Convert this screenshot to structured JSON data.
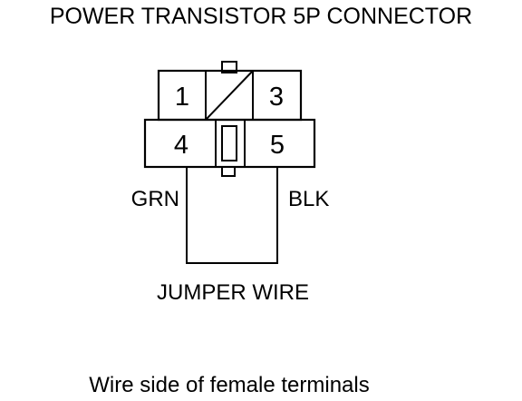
{
  "title": "POWER TRANSISTOR 5P CONNECTOR",
  "connector": {
    "pins": {
      "p1": "1",
      "p3": "3",
      "p4": "4",
      "p5": "5"
    }
  },
  "wires": {
    "left_label": "GRN",
    "right_label": "BLK"
  },
  "jumper_label": "JUMPER WIRE",
  "caption": "Wire side of female terminals"
}
